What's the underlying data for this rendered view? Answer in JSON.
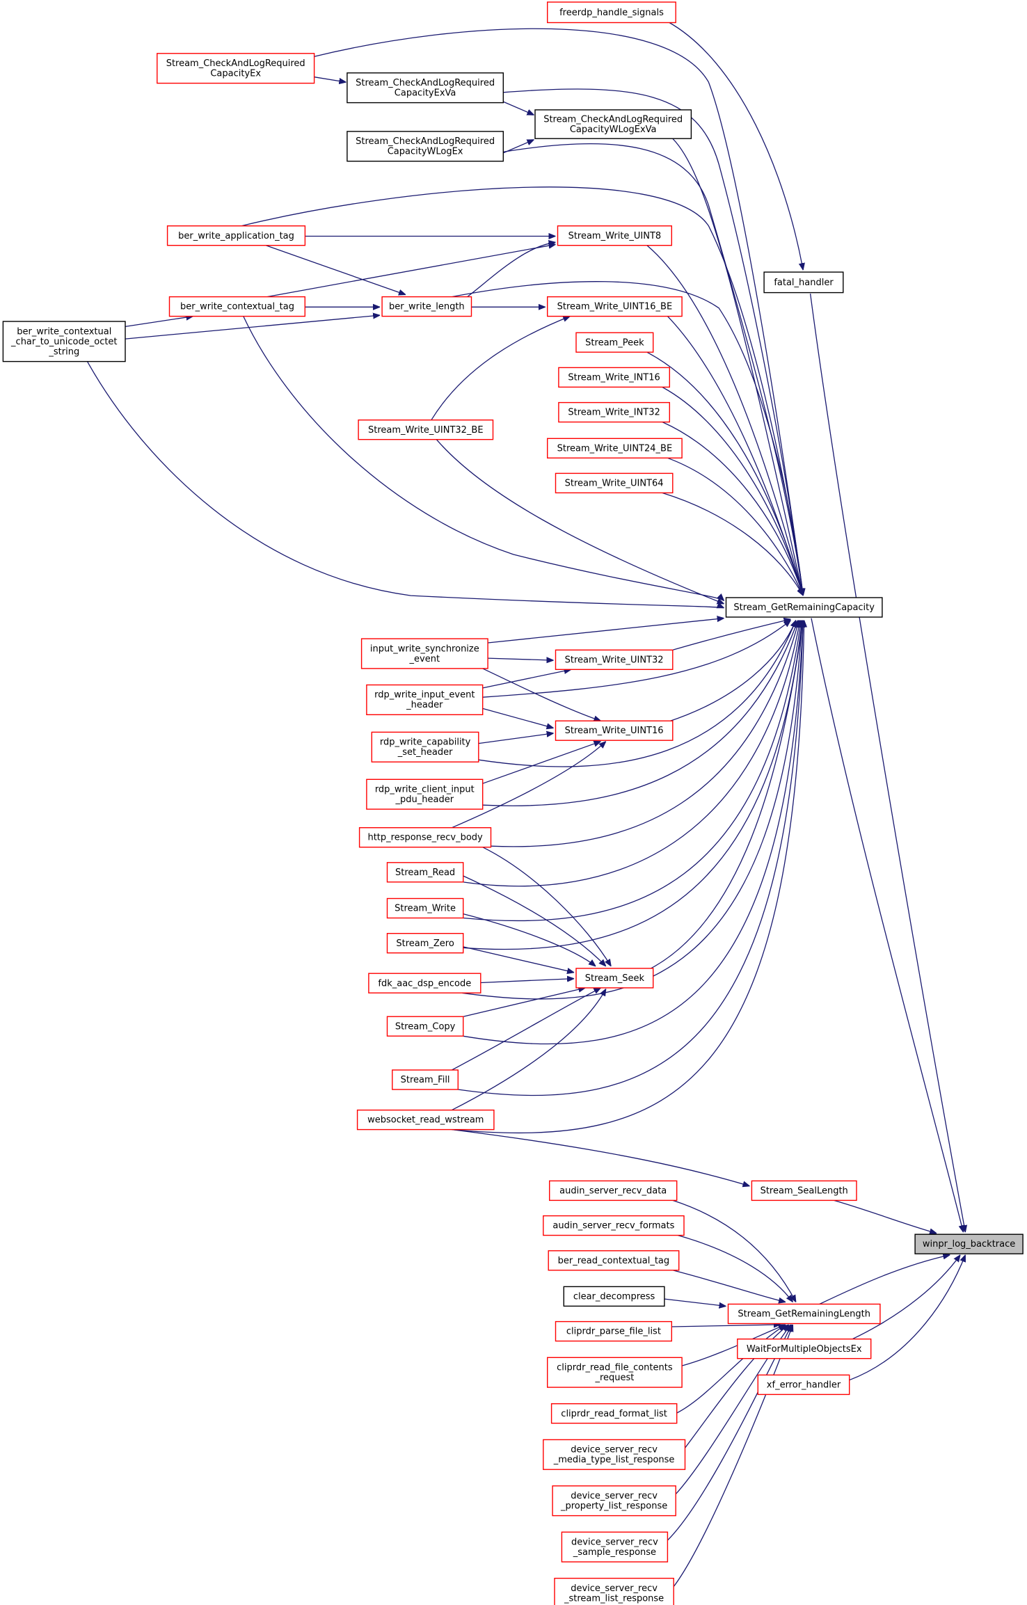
{
  "colors": {
    "edge": "#191970",
    "border_red": "#ff0000",
    "border_black": "#000000",
    "highlight_fill": "#bfbfbf",
    "node_fill": "#ffffff"
  },
  "nodes": [
    {
      "id": "freerdp_handle_signals",
      "lines": [
        "freerdp_handle_signals"
      ],
      "border": "red"
    },
    {
      "id": "Stream_CheckAndLogRequiredCapacityEx",
      "lines": [
        "Stream_CheckAndLogRequired",
        "CapacityEx"
      ],
      "border": "red"
    },
    {
      "id": "Stream_CheckAndLogRequiredCapacityExVa",
      "lines": [
        "Stream_CheckAndLogRequired",
        "CapacityExVa"
      ],
      "border": "black"
    },
    {
      "id": "Stream_CheckAndLogRequiredCapacityWLogExVa",
      "lines": [
        "Stream_CheckAndLogRequired",
        "CapacityWLogExVa"
      ],
      "border": "black"
    },
    {
      "id": "Stream_CheckAndLogRequiredCapacityWLogEx",
      "lines": [
        "Stream_CheckAndLogRequired",
        "CapacityWLogEx"
      ],
      "border": "black"
    },
    {
      "id": "ber_write_application_tag",
      "lines": [
        "ber_write_application_tag"
      ],
      "border": "red"
    },
    {
      "id": "Stream_Write_UINT8",
      "lines": [
        "Stream_Write_UINT8"
      ],
      "border": "red"
    },
    {
      "id": "fatal_handler",
      "lines": [
        "fatal_handler"
      ],
      "border": "black"
    },
    {
      "id": "ber_write_contextual_tag",
      "lines": [
        "ber_write_contextual_tag"
      ],
      "border": "red"
    },
    {
      "id": "ber_write_length",
      "lines": [
        "ber_write_length"
      ],
      "border": "red"
    },
    {
      "id": "Stream_Write_UINT16_BE",
      "lines": [
        "Stream_Write_UINT16_BE"
      ],
      "border": "red"
    },
    {
      "id": "ber_write_contextual_char_to_unicode_octet_string",
      "lines": [
        "ber_write_contextual",
        "_char_to_unicode_octet",
        "_string"
      ],
      "border": "black"
    },
    {
      "id": "Stream_Peek",
      "lines": [
        "Stream_Peek"
      ],
      "border": "red"
    },
    {
      "id": "Stream_Write_INT16",
      "lines": [
        "Stream_Write_INT16"
      ],
      "border": "red"
    },
    {
      "id": "Stream_Write_INT32",
      "lines": [
        "Stream_Write_INT32"
      ],
      "border": "red"
    },
    {
      "id": "Stream_Write_UINT32_BE",
      "lines": [
        "Stream_Write_UINT32_BE"
      ],
      "border": "red"
    },
    {
      "id": "Stream_Write_UINT24_BE",
      "lines": [
        "Stream_Write_UINT24_BE"
      ],
      "border": "red"
    },
    {
      "id": "Stream_Write_UINT64",
      "lines": [
        "Stream_Write_UINT64"
      ],
      "border": "red"
    },
    {
      "id": "Stream_GetRemainingCapacity",
      "lines": [
        "Stream_GetRemainingCapacity"
      ],
      "border": "black"
    },
    {
      "id": "input_write_synchronize_event",
      "lines": [
        "input_write_synchronize",
        "_event"
      ],
      "border": "red"
    },
    {
      "id": "Stream_Write_UINT32",
      "lines": [
        "Stream_Write_UINT32"
      ],
      "border": "red"
    },
    {
      "id": "rdp_write_input_event_header",
      "lines": [
        "rdp_write_input_event",
        "_header"
      ],
      "border": "red"
    },
    {
      "id": "Stream_Write_UINT16",
      "lines": [
        "Stream_Write_UINT16"
      ],
      "border": "red"
    },
    {
      "id": "rdp_write_capability_set_header",
      "lines": [
        "rdp_write_capability",
        "_set_header"
      ],
      "border": "red"
    },
    {
      "id": "rdp_write_client_input_pdu_header",
      "lines": [
        "rdp_write_client_input",
        "_pdu_header"
      ],
      "border": "red"
    },
    {
      "id": "http_response_recv_body",
      "lines": [
        "http_response_recv_body"
      ],
      "border": "red"
    },
    {
      "id": "Stream_Read",
      "lines": [
        "Stream_Read"
      ],
      "border": "red"
    },
    {
      "id": "Stream_Write",
      "lines": [
        "Stream_Write"
      ],
      "border": "red"
    },
    {
      "id": "Stream_Zero",
      "lines": [
        "Stream_Zero"
      ],
      "border": "red"
    },
    {
      "id": "Stream_Seek",
      "lines": [
        "Stream_Seek"
      ],
      "border": "red"
    },
    {
      "id": "fdk_aac_dsp_encode",
      "lines": [
        "fdk_aac_dsp_encode"
      ],
      "border": "red"
    },
    {
      "id": "Stream_Copy",
      "lines": [
        "Stream_Copy"
      ],
      "border": "red"
    },
    {
      "id": "Stream_Fill",
      "lines": [
        "Stream_Fill"
      ],
      "border": "red"
    },
    {
      "id": "websocket_read_wstream",
      "lines": [
        "websocket_read_wstream"
      ],
      "border": "red"
    },
    {
      "id": "Stream_SealLength",
      "lines": [
        "Stream_SealLength"
      ],
      "border": "red"
    },
    {
      "id": "audin_server_recv_data",
      "lines": [
        "audin_server_recv_data"
      ],
      "border": "red"
    },
    {
      "id": "audin_server_recv_formats",
      "lines": [
        "audin_server_recv_formats"
      ],
      "border": "red"
    },
    {
      "id": "winpr_log_backtrace",
      "lines": [
        "winpr_log_backtrace"
      ],
      "border": "black",
      "highlight": true
    },
    {
      "id": "ber_read_contextual_tag",
      "lines": [
        "ber_read_contextual_tag"
      ],
      "border": "red"
    },
    {
      "id": "clear_decompress",
      "lines": [
        "clear_decompress"
      ],
      "border": "black"
    },
    {
      "id": "Stream_GetRemainingLength",
      "lines": [
        "Stream_GetRemainingLength"
      ],
      "border": "red"
    },
    {
      "id": "cliprdr_parse_file_list",
      "lines": [
        "cliprdr_parse_file_list"
      ],
      "border": "red"
    },
    {
      "id": "WaitForMultipleObjectsEx",
      "lines": [
        "WaitForMultipleObjectsEx"
      ],
      "border": "red"
    },
    {
      "id": "cliprdr_read_file_contents_request",
      "lines": [
        "cliprdr_read_file_contents",
        "_request"
      ],
      "border": "red"
    },
    {
      "id": "xf_error_handler",
      "lines": [
        "xf_error_handler"
      ],
      "border": "red"
    },
    {
      "id": "cliprdr_read_format_list",
      "lines": [
        "cliprdr_read_format_list"
      ],
      "border": "red"
    },
    {
      "id": "device_server_recv_media_type_list_response",
      "lines": [
        "device_server_recv",
        "_media_type_list_response"
      ],
      "border": "red"
    },
    {
      "id": "device_server_recv_property_list_response",
      "lines": [
        "device_server_recv",
        "_property_list_response"
      ],
      "border": "red"
    },
    {
      "id": "device_server_recv_sample_response",
      "lines": [
        "device_server_recv",
        "_sample_response"
      ],
      "border": "red"
    },
    {
      "id": "device_server_recv_stream_list_response",
      "lines": [
        "device_server_recv",
        "_stream_list_response"
      ],
      "border": "red"
    }
  ]
}
